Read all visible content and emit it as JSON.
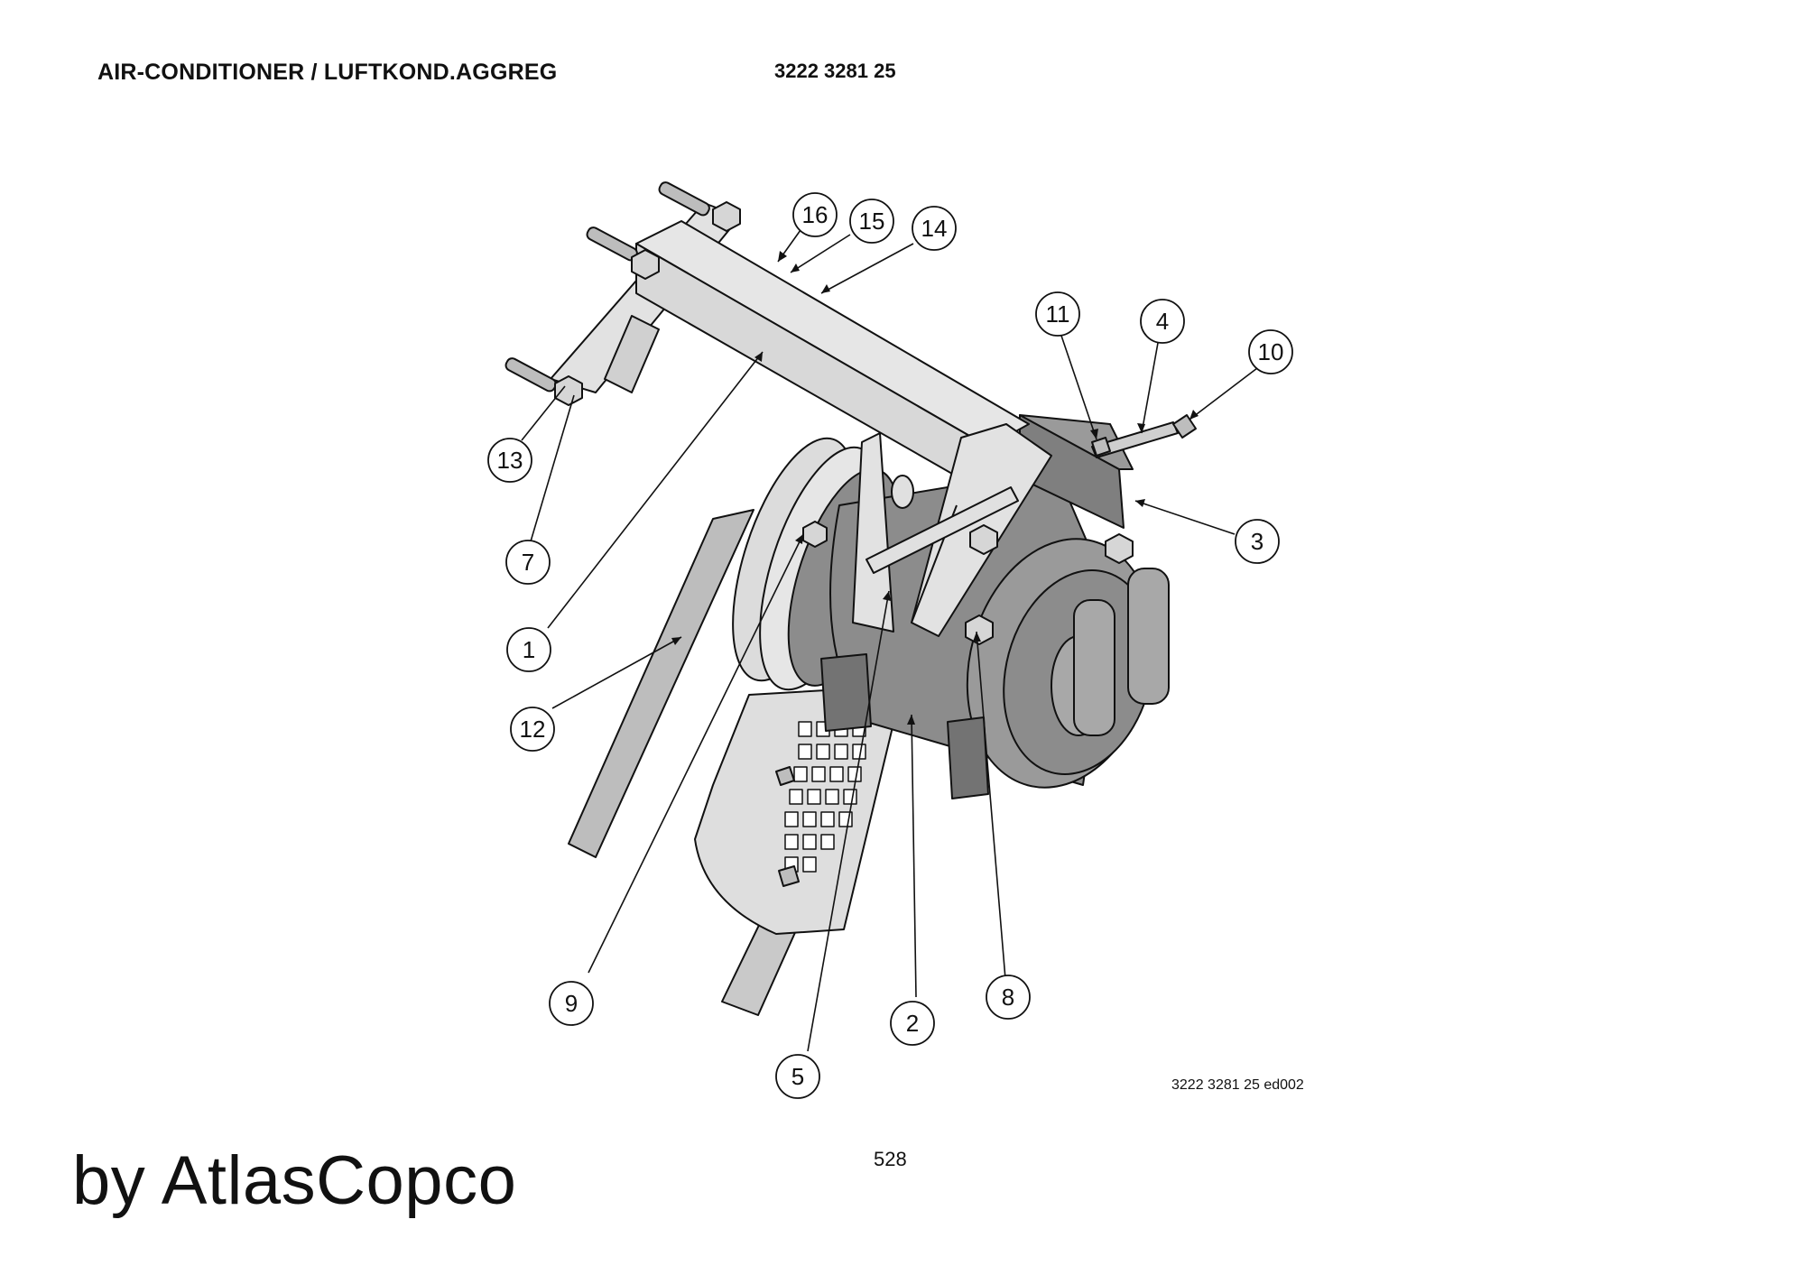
{
  "header": {
    "title": "AIR-CONDITIONER / LUFTKOND.AGGREG",
    "part_number": "3222 3281 25"
  },
  "drawing_ref": "3222 3281 25 ed002",
  "page_number": "528",
  "brand": "by AtlasCopco",
  "callouts": [
    {
      "label": "16"
    },
    {
      "label": "15"
    },
    {
      "label": "14"
    },
    {
      "label": "11"
    },
    {
      "label": "4"
    },
    {
      "label": "10"
    },
    {
      "label": "13"
    },
    {
      "label": "7"
    },
    {
      "label": "3"
    },
    {
      "label": "1"
    },
    {
      "label": "12"
    },
    {
      "label": "9"
    },
    {
      "label": "2"
    },
    {
      "label": "8"
    },
    {
      "label": "5"
    }
  ],
  "colors": {
    "line": "#111111",
    "light_part": "#e2e2e2",
    "mid_part": "#bdbdbd",
    "dark_part": "#8c8c8c",
    "darker_part": "#737373"
  }
}
